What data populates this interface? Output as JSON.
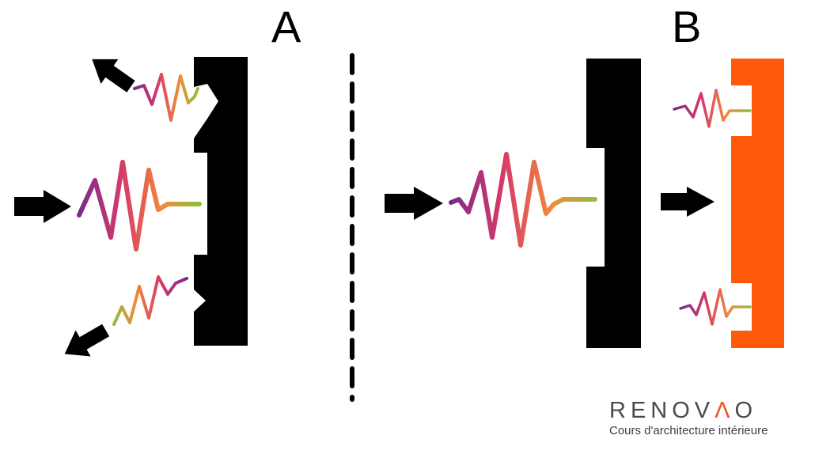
{
  "panels": [
    {
      "id": "A",
      "label": "A"
    },
    {
      "id": "B",
      "label": "B"
    }
  ],
  "brand": {
    "name_start": "RENOV",
    "name_accent": "Λ",
    "name_end": "O",
    "tagline": "Cours d'architecture intérieure"
  },
  "colors": {
    "ink": "#000000",
    "panel_orange": "#ff5a0a",
    "wave_start": "#7a2a8c",
    "wave_mid": "#d6386a",
    "wave_warm": "#f08a3c",
    "wave_end": "#8fbf3a",
    "brand_accent": "#e8561e",
    "brand_text": "#4a4a4a"
  },
  "icons": [
    "arrow-icon",
    "sound-wave-icon",
    "dashed-divider"
  ]
}
